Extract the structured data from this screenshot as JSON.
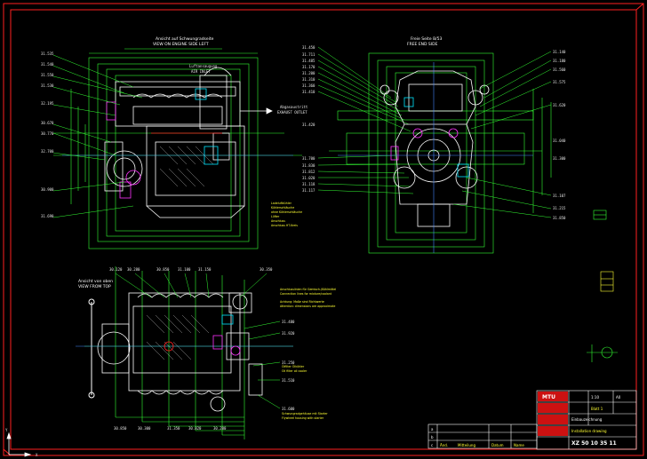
{
  "drawing": {
    "colors": {
      "background": "#000000",
      "frame": "#ff2020",
      "outline": "#ffffff",
      "dimension": "#33ff33",
      "leader": "#33ff33",
      "notes": "#ffff33",
      "axis": "#4488ff",
      "magenta": "#ff33ff",
      "cyan": "#00e5ff"
    },
    "views": {
      "side_view_title": "Ansicht auf Schwungradseite",
      "side_view_subtitle": "VIEW ON ENGINE SIDE LEFT",
      "front_view_title": "Freie Seite B/53",
      "front_view_subtitle": "FREE END SIDE",
      "top_view_title": "Ansicht von oben",
      "top_view_subtitle": "VIEW FROM TOP",
      "inlet_label": "Luftansaugung",
      "inlet_sub": "AIR INLET",
      "exhaust_label": "Abgasaustritt",
      "exhaust_sub": "EXHAUST OUTLET"
    },
    "left_labels": [
      "31.535",
      "31.540",
      "31.550",
      "31.530",
      "32.195",
      "30.670",
      "30.770",
      "32.700",
      "30.900",
      "31.690"
    ],
    "middle_labels": [
      "31.450",
      "31.711",
      "31.485",
      "31.170",
      "31.200",
      "31.310",
      "31.360",
      "31.410",
      "31.420",
      "31.700",
      "31.830",
      "31.812",
      "31.020",
      "31.118",
      "31.117"
    ],
    "front_right_labels": [
      "31.140",
      "31.180",
      "31.560",
      "31.575",
      "31.620",
      "31.107",
      "31.215",
      "31.850",
      "31.040",
      "31.300"
    ],
    "top_view_top_labels": [
      "30.120",
      "30.280",
      "30.850",
      "31.100",
      "31.150",
      "30.350"
    ],
    "top_view_right_labels": [
      "31.480",
      "31.920",
      "31.250",
      "31.510",
      "31.600"
    ],
    "top_view_bottom_labels": [
      "30.850",
      "30.300",
      "31.350",
      "30.820",
      "30.200"
    ],
    "side_notes": [
      "Ladeluftkühler",
      "Kühlerschläuche",
      "ohne Kühlerschläuche",
      "Lüfter",
      "Anschluss",
      "Anschluss HT-Kreis"
    ],
    "top_notes": [
      "Anschlusslinien für Gemisch-/Kühlmittel",
      "Connection lines for mixture/coolant",
      "Achtung: Maße sind Richtwerte",
      "Attention: dimensions are approximate",
      "Ölfilter Ölkühler",
      "Oil filter oil cooler",
      "Schwungradgehäuse mit Starter",
      "Flywheel housing with starter"
    ],
    "title_block": {
      "company": "MTU",
      "drawing_title": "Einbauzeichnung",
      "drawing_title_en": "Installation drawing",
      "drawing_no": "XZ 50 10 35 11",
      "sheet": "Blatt 1",
      "scale": "1:10",
      "format": "A0",
      "revision_rows": [
        "a",
        "b",
        "c"
      ],
      "revision_header": [
        "Änd.",
        "Mitteilung",
        "Datum",
        "Name"
      ]
    }
  }
}
